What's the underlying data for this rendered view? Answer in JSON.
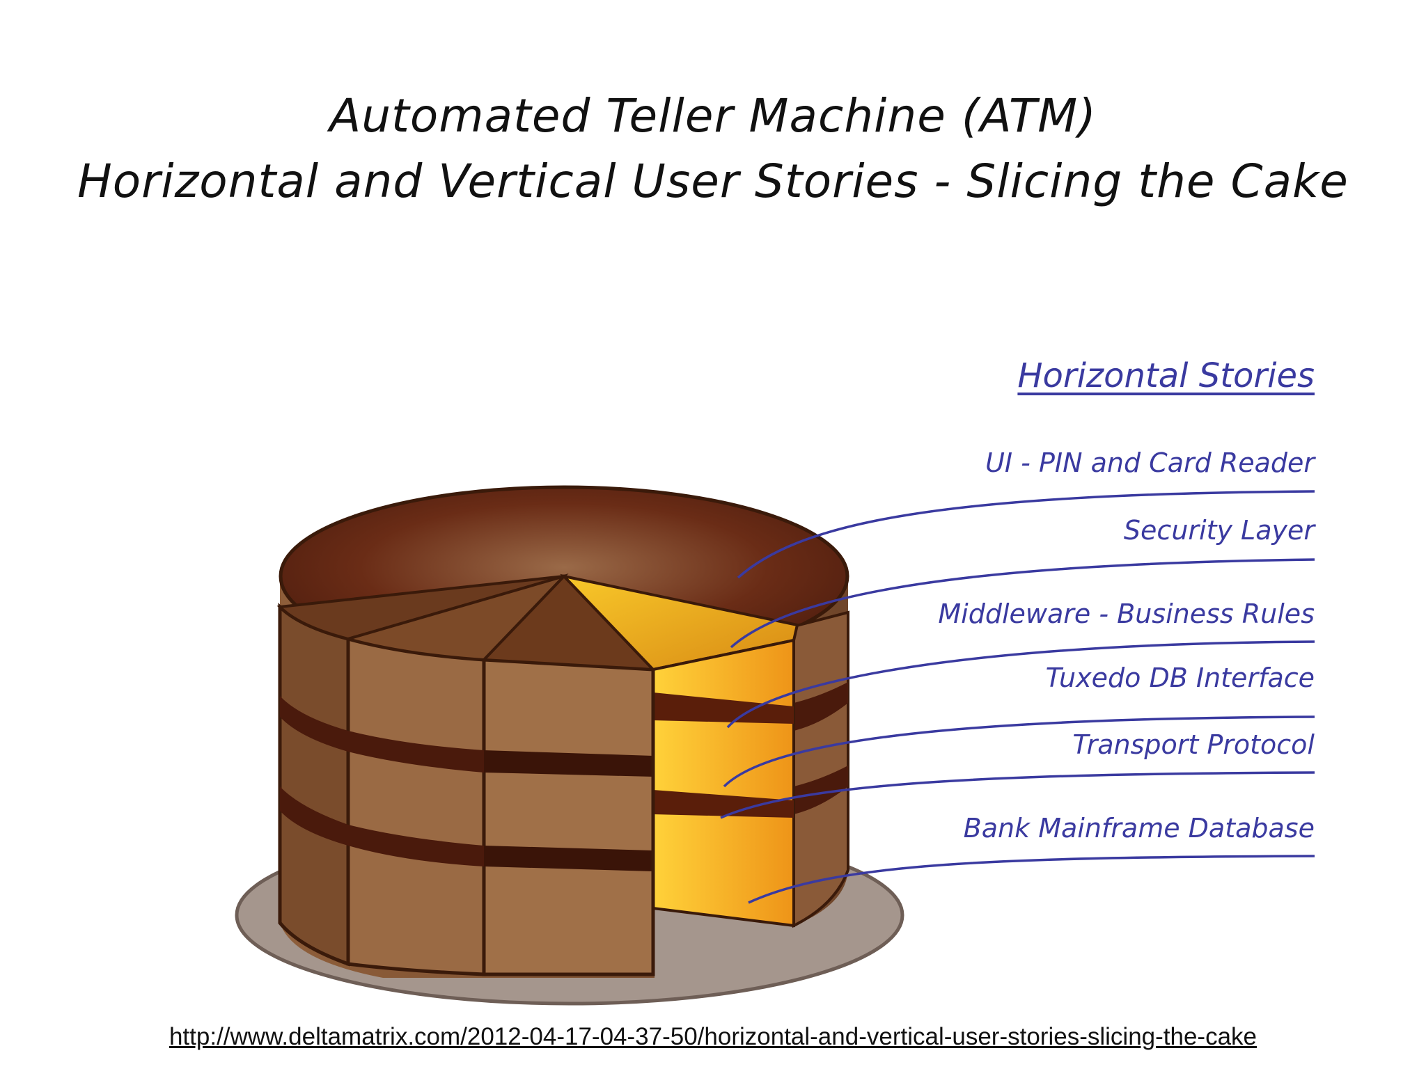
{
  "title": {
    "line1": "Automated Teller Machine (ATM)",
    "line2": "Horizontal and Vertical User Stories - Slicing the Cake"
  },
  "legend": {
    "heading": "Horizontal Stories",
    "layers": [
      {
        "label": "UI - PIN and Card Reader"
      },
      {
        "label": "Security Layer"
      },
      {
        "label": "Middleware - Business Rules"
      },
      {
        "label": "Tuxedo DB Interface"
      },
      {
        "label": "Transport Protocol"
      },
      {
        "label": "Bank Mainframe Database"
      }
    ]
  },
  "source": {
    "url_text": "http://www.deltamatrix.com/2012-04-17-04-37-50/horizontal-and-vertical-user-stories-slicing-the-cake"
  },
  "colors": {
    "ink": "#3a3aa0",
    "cake_brown": "#8a5a34",
    "filling_dark": "#4a1a0c",
    "sponge_yellow": "#f4b81e"
  }
}
